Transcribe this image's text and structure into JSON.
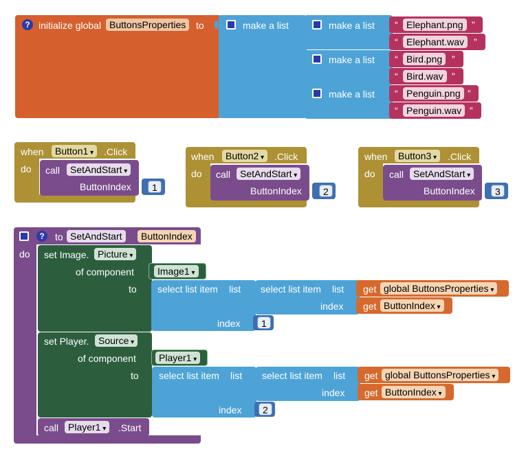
{
  "init": {
    "prefix": "initialize global",
    "var_name": "ButtonsProperties",
    "to": "to",
    "make_list": "make a list",
    "strings": [
      "Elephant.png",
      "Elephant.wav",
      "Bird.png",
      "Bird.wav",
      "Penguin.png",
      "Penguin.wav"
    ],
    "quote": "“",
    "quote_close": "”"
  },
  "events": [
    {
      "when": "when",
      "component": "Button1",
      "event": ".Click",
      "do": "do",
      "call": "call",
      "proc": "SetAndStart",
      "arg": "ButtonIndex",
      "value": "1"
    },
    {
      "when": "when",
      "component": "Button2",
      "event": ".Click",
      "do": "do",
      "call": "call",
      "proc": "SetAndStart",
      "arg": "ButtonIndex",
      "value": "2"
    },
    {
      "when": "when",
      "component": "Button3",
      "event": ".Click",
      "do": "do",
      "call": "call",
      "proc": "SetAndStart",
      "arg": "ButtonIndex",
      "value": "3"
    }
  ],
  "proc": {
    "to": "to",
    "name": "SetAndStart",
    "param": "ButtonIndex",
    "do": "do",
    "set1": {
      "set": "set Image.",
      "prop": "Picture",
      "of_component": "of component",
      "component": "Image1",
      "to": "to"
    },
    "set2": {
      "set": "set Player.",
      "prop": "Source",
      "of_component": "of component",
      "component": "Player1",
      "to": "to"
    },
    "select": "select list item",
    "list": "list",
    "index": "index",
    "get": "get",
    "global_var": "global ButtonsProperties",
    "local_var": "ButtonIndex",
    "index1": "1",
    "index2": "2",
    "call": "call",
    "call_comp": "Player1",
    "call_method": ".Start"
  },
  "colors": {
    "global_orange": "#d65f2e",
    "list_blue": "#4da3d6",
    "text_red": "#b5325f",
    "event_gold": "#ad9134",
    "proc_purple": "#7a4c8c",
    "comp_green": "#2c5e3e",
    "var_orange": "#d6692d",
    "math_blue": "#3e6fb0"
  }
}
